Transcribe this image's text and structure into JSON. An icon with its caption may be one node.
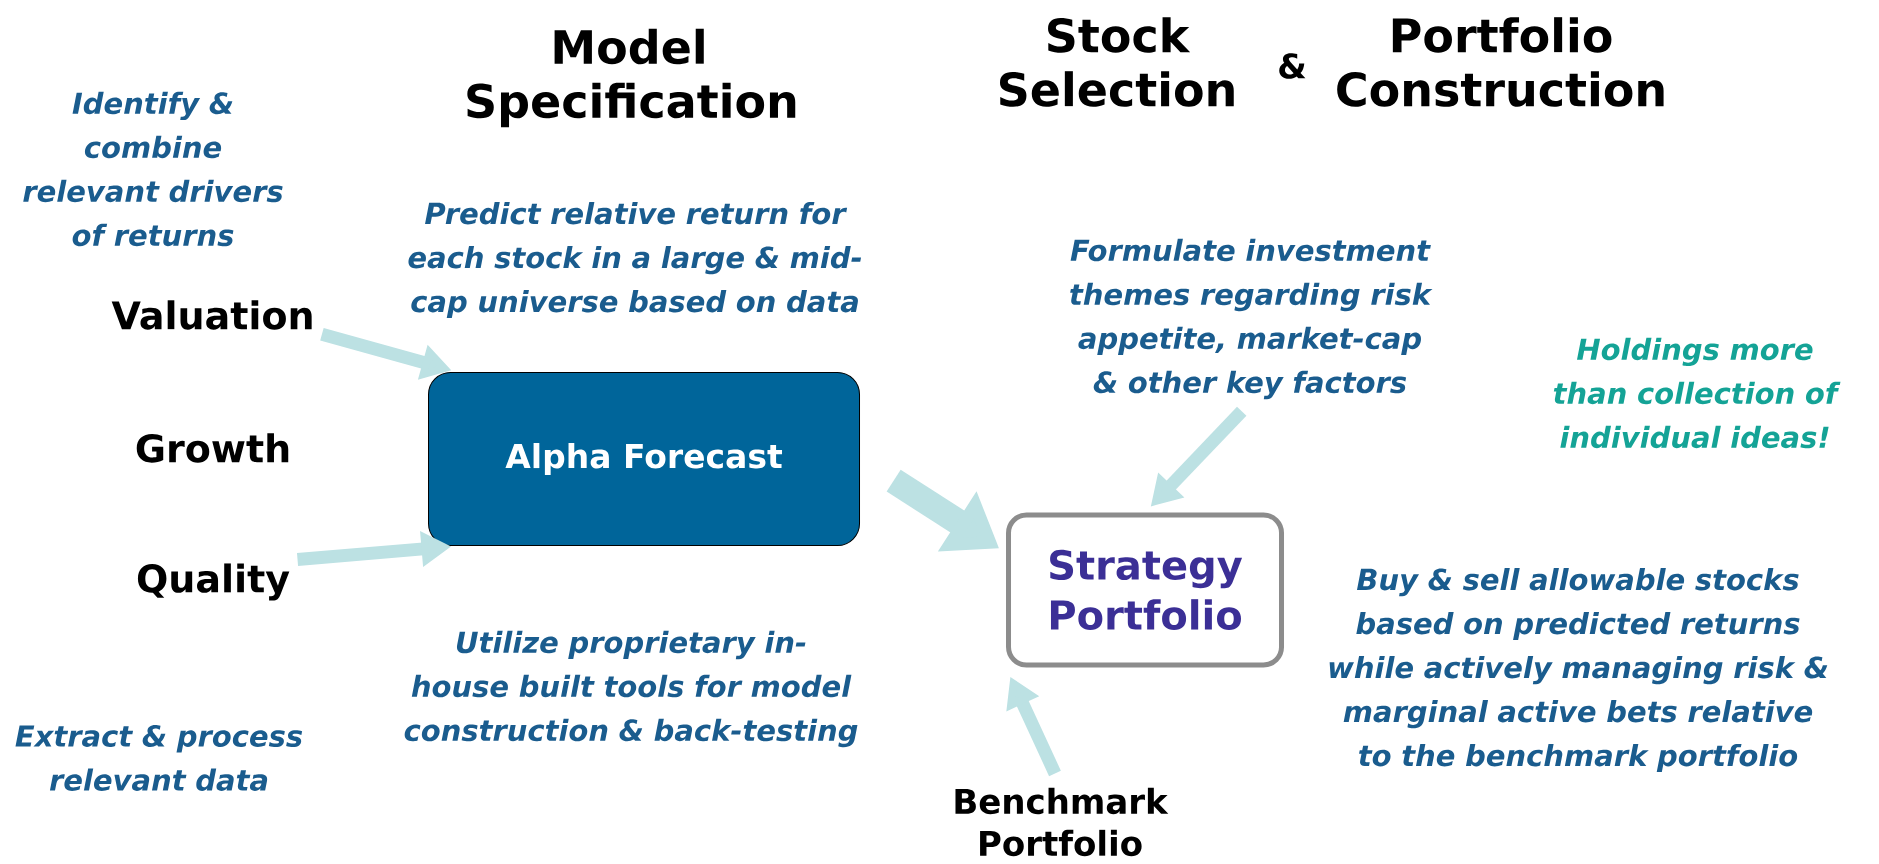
{
  "diagram": {
    "nodes": [
      {
        "text": [
          "Valuation"
        ]
      },
      {
        "text": [
          "Growth"
        ]
      },
      {
        "text": [
          "Quality"
        ]
      },
      {
        "text": [
          "Alpha Forecast"
        ]
      },
      {
        "text": [
          "Strategy Portfolio"
        ]
      },
      {
        "text": [
          "Benchmark Portfolio"
        ]
      },
      {
        "text": [
          "Formulate investment themes regarding risk appetite, market-cap & other key factors"
        ]
      }
    ],
    "edges": [
      {
        "from": 0,
        "to": 3,
        "arrow": "to"
      },
      {
        "from": 2,
        "to": 3,
        "arrow": "to"
      },
      {
        "from": 3,
        "to": 4,
        "arrow": "to",
        "style": "thick"
      },
      {
        "from": 6,
        "to": 4,
        "arrow": "to"
      },
      {
        "from": 5,
        "to": 4,
        "arrow": "to"
      }
    ],
    "labels": [
      "Model Specification",
      "Stock Selection",
      "&",
      "Portfolio Construction",
      "Identify & combine relevant drivers of returns",
      "Predict relative return for each stock in a large & mid-cap universe based on data",
      "Holdings more than collection of individual ideas!",
      "Buy & sell allowable stocks based on predicted returns while actively managing risk & marginal active bets relative to the benchmark portfolio",
      "Utilize proprietary in-house built tools for model construction & back-testing",
      "Extract & process relevant data"
    ]
  }
}
